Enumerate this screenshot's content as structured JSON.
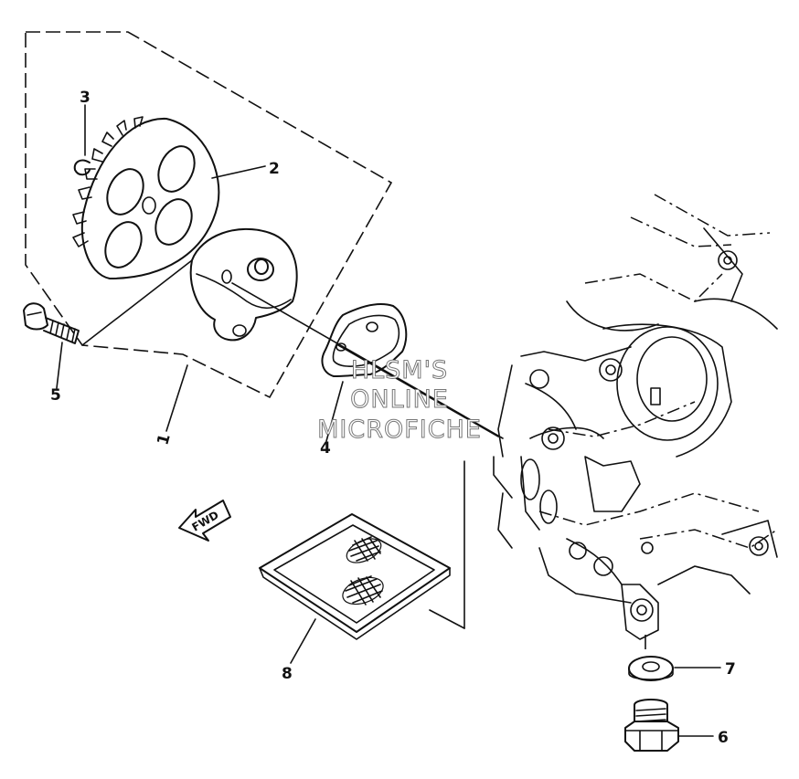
{
  "diagram": {
    "callouts": [
      "1",
      "2",
      "3",
      "4",
      "5",
      "6",
      "7",
      "8"
    ],
    "direction_label": "FWD",
    "watermark_lines": [
      "HLSM'S",
      "ONLINE",
      "MICROFICHE"
    ],
    "line_color": "#111111",
    "background_color": "#ffffff"
  }
}
